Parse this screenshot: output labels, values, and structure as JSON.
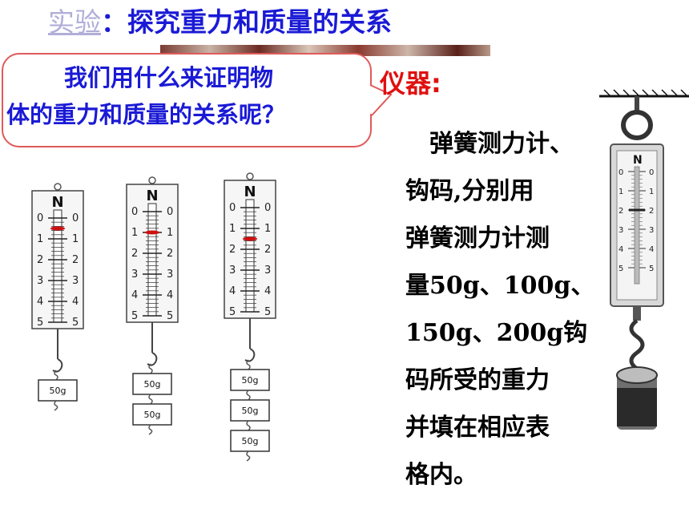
{
  "title": {
    "link": "实验",
    "text": "：探究重力和质量的关系"
  },
  "bubble": {
    "line1": "我们用什么来证明物",
    "line2": "体的重力和质量的关系呢？"
  },
  "instrument_label": "仪器:",
  "description": {
    "lines": [
      "弹簧测力计、",
      "钩码,分别用",
      "弹簧测力计测",
      "量50g、100g、",
      "150g、200g钩",
      "码所受的重力",
      "并填在相应表",
      "格内。"
    ]
  },
  "scale": {
    "unit": "N",
    "marks": [
      "0",
      "1",
      "2",
      "3",
      "4",
      "5"
    ]
  },
  "weights": {
    "label": "50g"
  },
  "setups": [
    {
      "weight_count": 1,
      "reading": 0.5
    },
    {
      "weight_count": 2,
      "reading": 1.0
    },
    {
      "weight_count": 3,
      "reading": 1.5
    }
  ],
  "big_meter": {
    "reading": 2.0
  },
  "colors": {
    "title": "#1a1ad6",
    "label_red": "#e01010",
    "bubble_border": "#e05a5a",
    "marker": "#cc1111"
  }
}
